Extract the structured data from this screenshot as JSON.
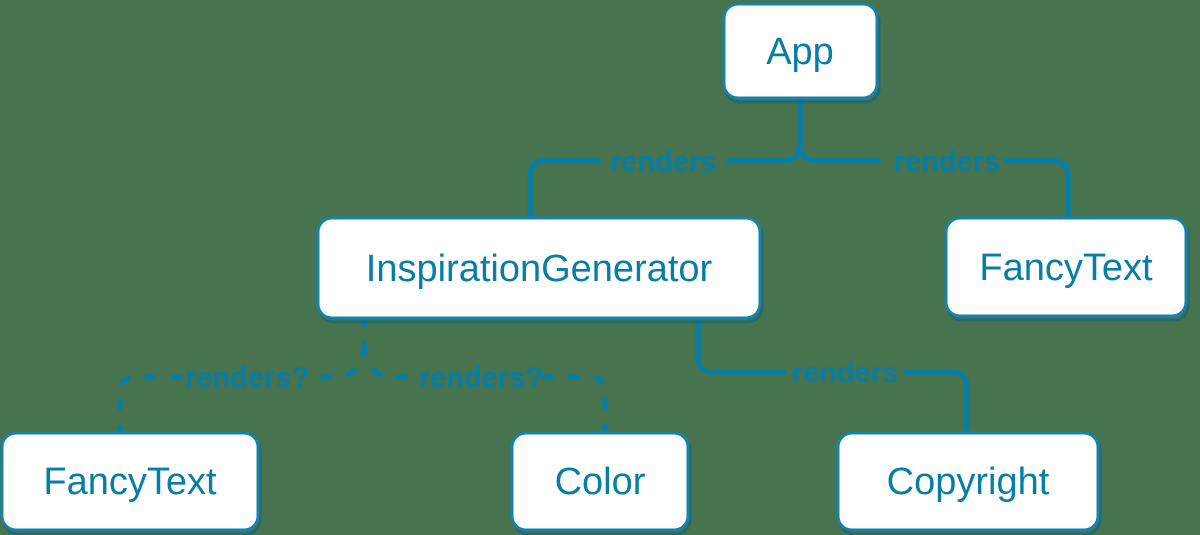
{
  "diagram": {
    "nodes": [
      {
        "id": "app",
        "label": "App"
      },
      {
        "id": "inspiration-generator",
        "label": "InspirationGenerator"
      },
      {
        "id": "fancy-text-top",
        "label": "FancyText"
      },
      {
        "id": "fancy-text-bottom",
        "label": "FancyText"
      },
      {
        "id": "color",
        "label": "Color"
      },
      {
        "id": "copyright",
        "label": "Copyright"
      }
    ],
    "edges": [
      {
        "from": "App",
        "to": "InspirationGenerator",
        "label": "renders",
        "style": "solid"
      },
      {
        "from": "App",
        "to": "FancyText",
        "label": "renders",
        "style": "solid"
      },
      {
        "from": "InspirationGenerator",
        "to": "FancyText",
        "label": "renders?",
        "style": "dashed"
      },
      {
        "from": "InspirationGenerator",
        "to": "Color",
        "label": "renders?",
        "style": "dashed"
      },
      {
        "from": "InspirationGenerator",
        "to": "Copyright",
        "label": "renders",
        "style": "solid"
      }
    ]
  },
  "colors": {
    "background": "#48734F",
    "stroke": "#087ea4",
    "node_fill": "#ffffff",
    "node_border": "#1583aa",
    "shadow": "#0a5e85",
    "label": "#087ea4"
  }
}
